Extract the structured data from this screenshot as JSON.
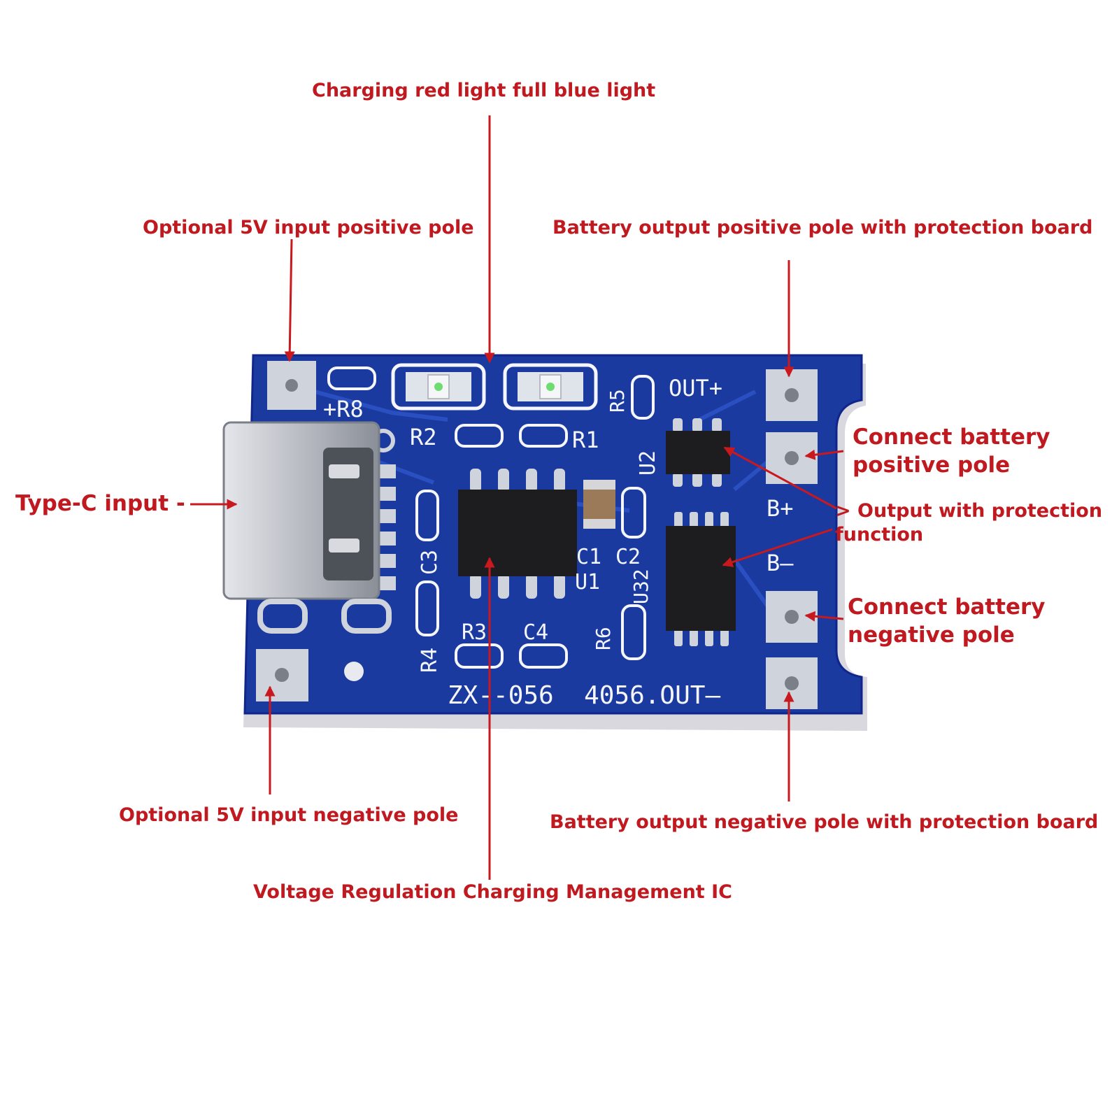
{
  "colors": {
    "callout": "#c0191f",
    "arrow": "#c8191f",
    "pcb": "#1a3aa0",
    "pcb_dark": "#10268a",
    "silkscreen": "#f4f6fb",
    "pad": "#cfd3db",
    "ic": "#1d1d20"
  },
  "labels": {
    "led": "Charging red light full blue light",
    "in_pos": "Optional 5V input positive pole",
    "out_pos": "Battery output positive pole with protection board",
    "bat_pos_line1": "Connect battery",
    "bat_pos_line2": "positive pole",
    "typec": "Type-C input -",
    "protect_line1": "> Output with protection",
    "protect_line2": "function",
    "bat_neg_line1": "Connect battery",
    "bat_neg_line2": "negative pole",
    "in_neg": "Optional 5V input negative pole",
    "out_neg": "Battery output negative pole with protection board",
    "ic": "Voltage Regulation Charging Management IC"
  },
  "board": {
    "silk_r8": "+R8",
    "silk_out_plus": "OUT+",
    "silk_r5": "R5",
    "silk_r2": "R2",
    "silk_r1": "R1",
    "silk_u2": "U2",
    "silk_b_plus": "B+",
    "silk_c1": "C1",
    "silk_c2": "C2",
    "silk_u1": "U1",
    "silk_c3": "C3",
    "silk_u32": "U32",
    "silk_b_minus": "B–",
    "silk_r6": "R6",
    "silk_r3": "R3",
    "silk_c4": "C4",
    "silk_r4": "R4",
    "silk_bottom": "ZX--056  4056.OUT–"
  },
  "icons": {
    "arrow": "arrow-icon",
    "usb": "usb-c-port-icon",
    "led": "led-icon",
    "chip": "chip-icon"
  }
}
